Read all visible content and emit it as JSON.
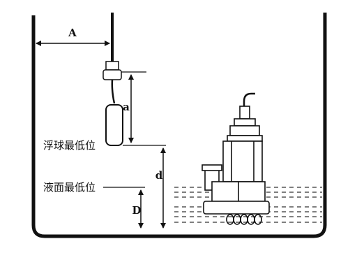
{
  "labels": {
    "dim_A": "A",
    "dim_a": "a",
    "dim_d": "d",
    "dim_D": "D",
    "float_min": "浮球最低位",
    "liquid_min": "液面最低位"
  },
  "colors": {
    "line": "#111111",
    "pump_fill": "#ffffff",
    "water_dash": "#333333"
  }
}
